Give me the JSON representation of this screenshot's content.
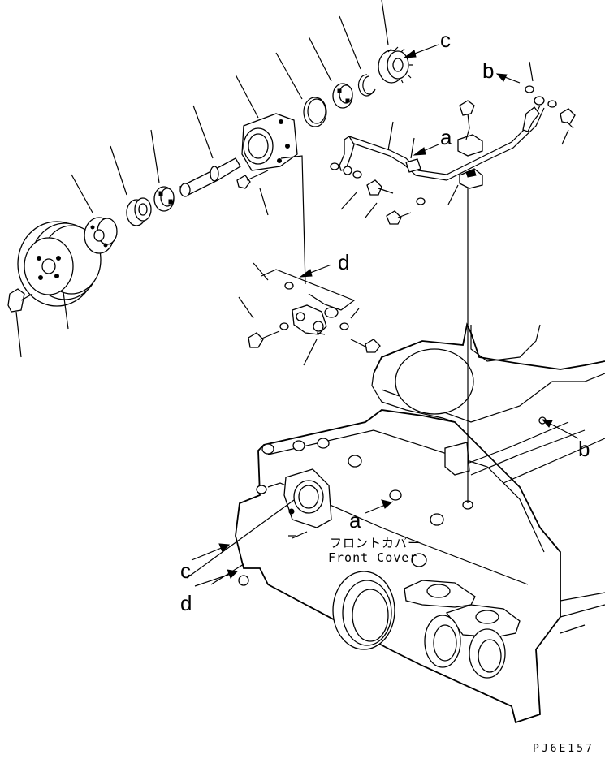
{
  "diagram": {
    "ref_labels": [
      "a",
      "b",
      "c",
      "d"
    ],
    "callouts": {
      "a_upper": "a",
      "a_lower": "a",
      "b_upper": "b",
      "b_lower": "b",
      "c_upper": "c",
      "c_lower": "c",
      "d_upper": "d",
      "d_lower": "d"
    },
    "cover_label_jp": "フロントカバー",
    "cover_label_en": "Front Cover",
    "drawing_code": "PJ6E157"
  }
}
